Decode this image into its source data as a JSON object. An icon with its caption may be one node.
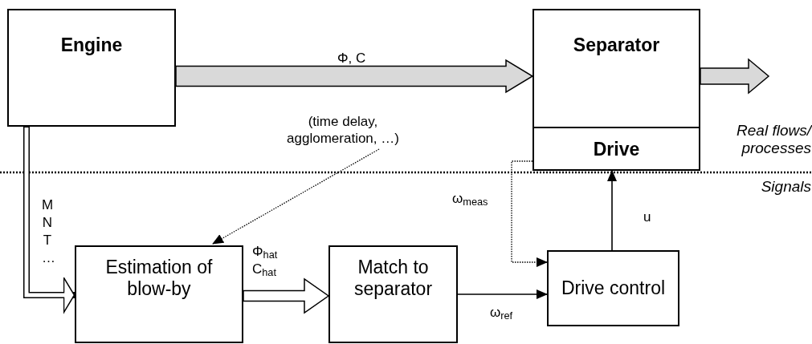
{
  "diagram": {
    "nodes": [
      {
        "text": [
          "Engine"
        ]
      },
      {
        "text": [
          "Separator"
        ]
      },
      {
        "text": [
          "Drive"
        ],
        "in": 1
      },
      {
        "text": [
          "(time delay, agglomeration, …)"
        ]
      },
      {
        "text": [
          "Estimation of blow-by"
        ]
      },
      {
        "text": [
          "Match to separator"
        ]
      },
      {
        "text": [
          "Drive control"
        ]
      }
    ],
    "edges": [
      {
        "from": 0,
        "to": 1,
        "arrow": "to",
        "style": "thick",
        "color": "#d9d9d9",
        "label": "Φ, C"
      },
      {
        "from": 1,
        "to": null,
        "arrow": "to",
        "style": "thick",
        "color": "#d9d9d9"
      },
      {
        "from": 3,
        "to": 4,
        "arrow": "to",
        "style": "dashed"
      },
      {
        "from": 0,
        "to": 4,
        "arrow": "to",
        "style": "thick",
        "label": "M N T …"
      },
      {
        "from": 4,
        "to": 5,
        "arrow": "to",
        "style": "thick",
        "label": "Φ$_{hat}$ C$_{hat}$"
      },
      {
        "from": 5,
        "to": 6,
        "arrow": "to",
        "label": "ω$_{ref}$"
      },
      {
        "from": 2,
        "to": 6,
        "arrow": "to",
        "style": "dashed",
        "label": "ω$_{meas}$"
      },
      {
        "from": 6,
        "to": 2,
        "arrow": "to",
        "label": "u"
      }
    ],
    "labels": [
      "Real flows/ processes",
      "Signals"
    ]
  }
}
